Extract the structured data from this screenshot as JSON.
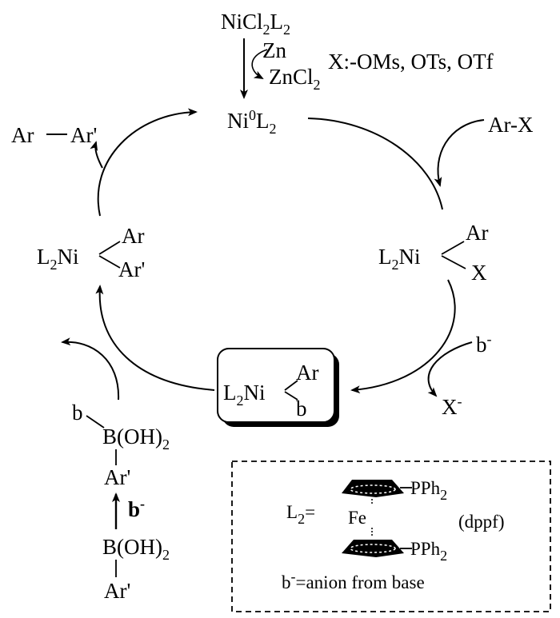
{
  "precatalyst": {
    "base": "NiCl",
    "sub1": "2",
    "mid": "L",
    "sub2": "2"
  },
  "reductant": "Zn",
  "byproduct": {
    "base": "ZnCl",
    "sub": "2"
  },
  "leaving_groups": "X:-OMs, OTs, OTf",
  "ni0": {
    "base": "Ni",
    "sup": "0",
    "mid": "L",
    "sub": "2"
  },
  "aryl_halide": "Ar-X",
  "product": {
    "left": "Ar",
    "right": "Ar'"
  },
  "ox_add_complex": {
    "metal": "L",
    "sub": "2",
    "metal2": "Ni",
    "top": "Ar",
    "bottom": "X"
  },
  "reductive_complex": {
    "metal": "L",
    "sub": "2",
    "metal2": "Ni",
    "top": "Ar",
    "bottom": "Ar'"
  },
  "boxed_complex": {
    "metal": "L",
    "sub": "2",
    "metal2": "Ni",
    "top": "Ar",
    "bottom": "b"
  },
  "base_in": {
    "base": "b",
    "sup": "-"
  },
  "halide_out": {
    "base": "X",
    "sup": "-"
  },
  "boronate": {
    "b_label": "b",
    "boron": "B(OH)",
    "boron_sub": "2",
    "aryl": "Ar'",
    "base_add": {
      "base": "b",
      "sup": "-"
    },
    "acid": "B(OH)",
    "acid_sub": "2",
    "acid_aryl": "Ar'"
  },
  "legend": {
    "ligand_label": {
      "base": "L",
      "sub": "2",
      "tail": "="
    },
    "pph2_top": {
      "base": "PPh",
      "sub": "2"
    },
    "fe": "Fe",
    "pph2_bottom": {
      "base": "PPh",
      "sub": "2"
    },
    "dppf": "(dppf)",
    "base_note": {
      "base": "b",
      "sup": "-",
      "tail": "=anion from base"
    }
  }
}
